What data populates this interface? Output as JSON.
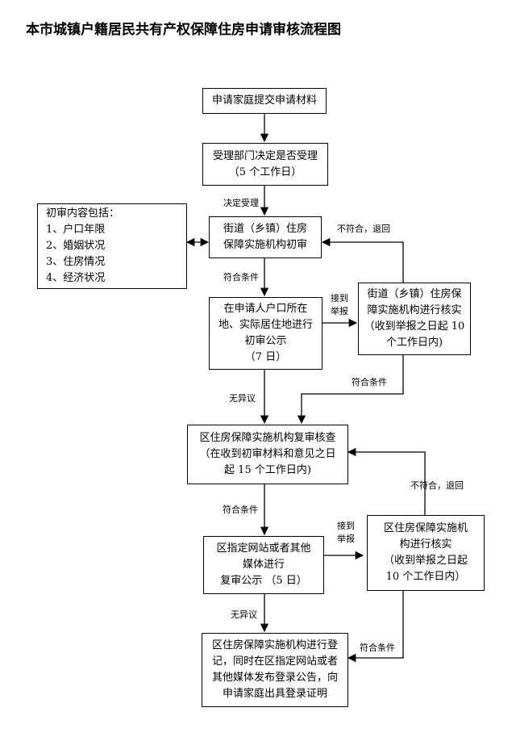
{
  "title": "本市城镇户籍居民共有产权保障住房申请审核流程图",
  "boxes": {
    "submit": [
      "申请家庭提交申请材料"
    ],
    "accept": [
      "受理部门决定是否受理",
      "（5 个工作日）"
    ],
    "criteria": [
      "初审内容包括：",
      "1、户口年限",
      "2、婚姻状况",
      "3、住房情况",
      "4、经济状况"
    ],
    "street_review": [
      "街道（乡镇）住房",
      "保障实施机构初审"
    ],
    "street_publicity": [
      "在申请人户口所在",
      "地、实际居住地进行",
      "初审公示",
      "（7 日）"
    ],
    "street_verify": [
      "街道（乡镇）住房保",
      "障实施机构进行核实",
      "（收到举报之日起 10",
      "个工作日内)"
    ],
    "district_review": [
      "区住房保障实施机构复审核查",
      "（在收到初审材料和意见之日",
      "起 15 个工作日内)"
    ],
    "district_publicity": [
      "区指定网站或者其他",
      "媒体进行",
      "复审公示 （5 日）"
    ],
    "district_verify": [
      "区住房保障实施机",
      "构进行核实",
      "（收到举报之日起",
      "10 个工作日内）"
    ],
    "register": [
      "区住房保障实施机构进行登",
      "记，同时在区指定网站或者",
      "其他媒体发布登录公告，向",
      "申请家庭出具登录证明"
    ]
  },
  "labels": {
    "decide_accept": "决定受理",
    "meets_1": "符合条件",
    "report_1": [
      "接到",
      "举报"
    ],
    "reject_1": "不符合，退回",
    "meets_2": "符合条件",
    "no_objection_1": "无异议",
    "meets_3": "符合条件",
    "reject_2": "不符合，退回",
    "report_2": [
      "接到",
      "举报"
    ],
    "no_objection_2": "无异议",
    "meets_4": "符合条件"
  }
}
